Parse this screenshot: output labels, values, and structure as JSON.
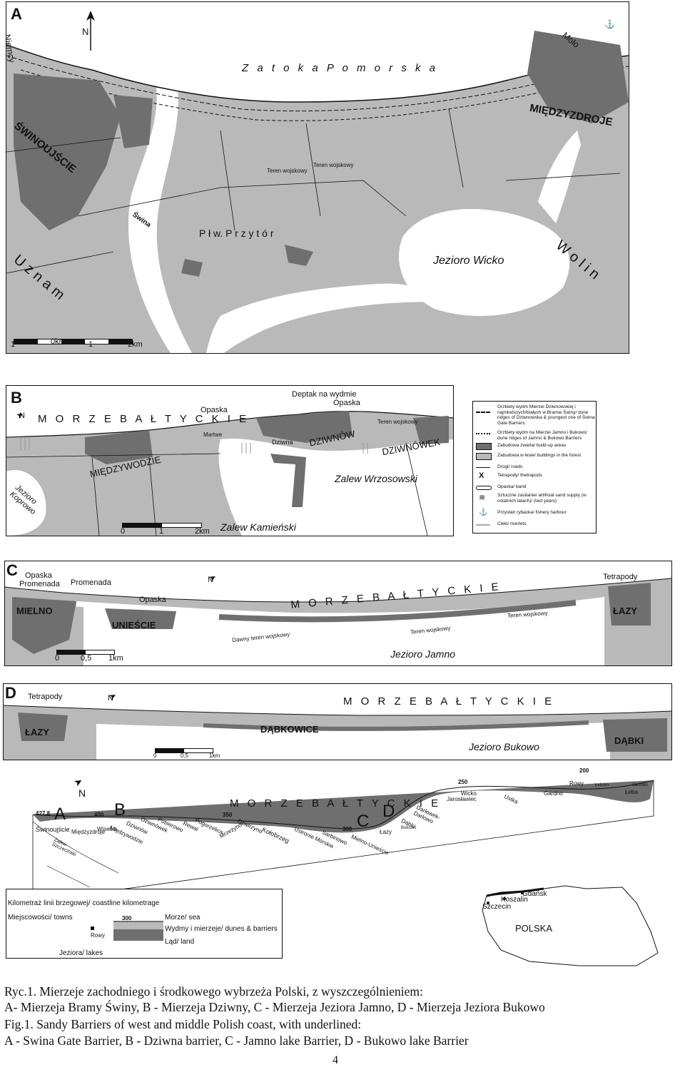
{
  "panel_a": {
    "letter": "A",
    "north": "N",
    "sea": "Z a t o k a   P o m o r s k a",
    "town_left": "ŚWINOUJŚCIE",
    "town_right": "MIĘDZYZDROJE",
    "island_left": "U z n a m",
    "island_right": "W o l i n",
    "plain": "P ł w. P r z y t ó r",
    "lake": "Jezioro  Wicko",
    "river": "Świna",
    "military_1": "Teren wojskowy",
    "military_2": "Teren wojskowy",
    "molo": "Molo",
    "border": "Niemcy",
    "scale_1": "1",
    "scale_0": "0km",
    "scale_1b": "1",
    "scale_2": "2km"
  },
  "panel_b": {
    "letter": "B",
    "north": "N",
    "sea": "M O R Z E     B A Ł T Y C K I E",
    "opaska_1": "Opaska",
    "deptak": "Deptak na wydmie",
    "opaska_2": "Opaska",
    "military": "Teren wojskowy",
    "mierzeja": "Martwe",
    "dziwna": "Dziwna",
    "town_1": "DZIWNÓW",
    "town_2": "DZIWNÓWEK",
    "town_3": "MIĘDZYWODZIE",
    "lagoon": "Zalew Wrzosowski",
    "lagoon_2": "Zalew Kamieński",
    "lake": "Jezioro Koprowo",
    "scale_0": "0",
    "scale_1": "1",
    "scale_2": "2km"
  },
  "legend_b": {
    "items": [
      "Grzbiety wydm Mierzei Dziwnowskiej i najmłodszych/białych w Bramie Świny/ dune ridges of Dziwnowska & youngest one of Świna Gate Barriers",
      "Grzbiety wydm na Mierzei Jamno i Bukowo/ dune ridges of Jamno & Bukowo Barriers",
      "Zabudowa zwarta/ build-up areas",
      "Zabudowa w lesie/ buildings in the forest",
      "Drogi/ roads",
      "Tetrapody/ thetrapods",
      "Opaska/ band",
      "Sztuczne zasilanie/ artificial sand supply (w ostatnich latach)/ (last years)",
      "Przystań rybacka/ fishery harbour",
      "Cieki/ riverlets"
    ],
    "tetrapod_symbol": "X"
  },
  "panel_c": {
    "letter": "C",
    "north": "N",
    "opaska_1": "Opaska",
    "promenada_1": "Promenada",
    "promenada_2": "Promenada",
    "opaska_2": "Opaska",
    "tetrapody": "Tetrapody",
    "sea": "M O R Z E     B A Ł T Y C K I E",
    "town_1": "MIELNO",
    "town_2": "UNIEŚCIE",
    "town_3": "ŁAZY",
    "military_old": "Dawny teren wojskowy",
    "military_1": "Teren wojskowy",
    "military_2": "Teren wojskowy",
    "lake": "Jezioro Jamno",
    "scale_0": "0",
    "scale_1": "0,5",
    "scale_2": "1km"
  },
  "panel_d": {
    "letter": "D",
    "north": "N",
    "tetrapody": "Tetrapody",
    "sea": "M O R Z E     B A Ł T Y C K I E",
    "town_1": "ŁAZY",
    "town_2": "DĄBKOWICE",
    "town_3": "DĄBKI",
    "lake": "Jezioro Bukowo",
    "scale_0": "0",
    "scale_1": "0,5",
    "scale_2": "1km"
  },
  "overview": {
    "north": "N",
    "sea": "M O R Z E     B A Ł T Y C K I E",
    "letter_a": "A",
    "letter_b": "B",
    "letter_c": "C",
    "letter_d": "D",
    "km_labels": [
      "427,8",
      "400",
      "350",
      "300",
      "250",
      "200"
    ],
    "places": [
      "Świnoujście",
      "Międzyzdroje",
      "Wisełka",
      "Międzywodzie",
      "Dziwnów",
      "Dziwnówek",
      "Pobierowo",
      "Rewal",
      "Pogorzelica",
      "Mrzeżyno",
      "Dźwirzyno",
      "Kołobrzeg",
      "Ustronie Morskie",
      "Sarbinowo",
      "Mielno-Unieście",
      "Łazy",
      "Dąbki",
      "Bukowo",
      "Darłowek-Darłowo",
      "Wicko",
      "Jarosławiec",
      "Ustka",
      "Rowy",
      "Gardno",
      "Łebsko",
      "Łeba",
      "Sarbsko",
      "Zalew Szczeciński"
    ]
  },
  "overview_legend": {
    "km_line": "Kilometraż linii brzegowej/ coastline kilometrage",
    "towns": "Miejscowości/ towns",
    "sample_km": "300",
    "sample_town": "Rowy",
    "sea": "Morze/ sea",
    "dunes": "Wydmy i mierzeje/ dunes & barriers",
    "land": "Ląd/ land",
    "lakes": "Jeziora/ lakes"
  },
  "poland_map": {
    "country": "POLSKA",
    "cities": [
      "Koszalin",
      "Gdańsk",
      "Szczecin"
    ]
  },
  "caption": {
    "line1": "Ryc.1. Mierzeje  zachodniego i środkowego wybrzeża Polski, z wyszczególnieniem:",
    "line2": "A- Mierzeja Bramy Świny, B - Mierzeja Dziwny, C - Mierzeja Jeziora Jamno, D - Mierzeja Jeziora Bukowo",
    "line3": "Fig.1. Sandy Barriers of west and middle Polish coast, with underlined:",
    "line4": "A - Swina Gate Barrier, B - Dziwna barrier, C - Jamno lake Barrier, D - Bukowo lake Barrier"
  },
  "page_number": "4",
  "colors": {
    "land": "#b9b9b9",
    "built": "#6f6f6f",
    "water": "#ffffff",
    "ink": "#111111"
  }
}
